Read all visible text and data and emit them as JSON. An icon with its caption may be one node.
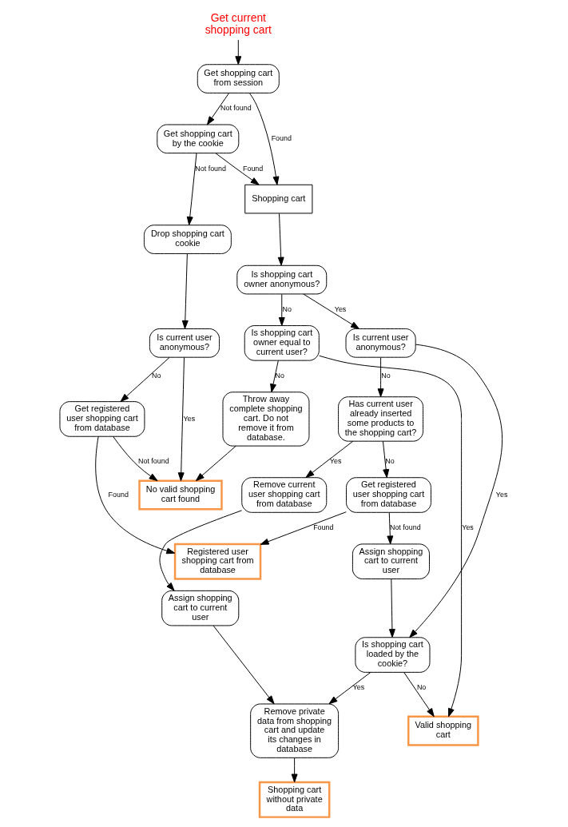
{
  "diagram": {
    "nodes": [
      {
        "text": [
          "Get current shopping cart"
        ]
      },
      {
        "text": [
          "Get shopping cart from session"
        ]
      },
      {
        "text": [
          "Get shopping cart by the cookie"
        ]
      },
      {
        "text": [
          "Drop shopping cart cookie"
        ]
      },
      {
        "text": [
          "Is current user anonymous?"
        ]
      },
      {
        "text": [
          "No valid shopping cart found"
        ]
      },
      {
        "text": [
          "Get registered user shopping cart from database"
        ]
      },
      {
        "text": [
          "Shopping cart"
        ]
      },
      {
        "text": [
          "Registered user shopping cart from database"
        ]
      },
      {
        "text": [
          "Is shopping cart owner anonymous?"
        ]
      },
      {
        "text": [
          "Is shopping cart owner equal to current user?"
        ]
      },
      {
        "text": [
          "Throw away complete shopping cart. Do not remove it from database."
        ]
      },
      {
        "text": [
          "Is current user anonymous?"
        ]
      },
      {
        "text": [
          "Valid shopping cart"
        ]
      },
      {
        "text": [
          "Shopping cart without private data"
        ]
      },
      {
        "text": [
          "Has current user already inserted some products to the shopping cart?"
        ]
      },
      {
        "text": [
          "Is shopping cart loaded by the cookie?"
        ]
      },
      {
        "text": [
          "Remove private data from shopping cart and update its changes in database"
        ]
      },
      {
        "text": [
          "Remove current user shopping cart from database"
        ]
      },
      {
        "text": [
          "Assign shopping cart to current user"
        ]
      },
      {
        "text": [
          "Assign shopping cart to current user"
        ]
      },
      {
        "text": [
          "Get registered user shopping cart from database"
        ]
      }
    ],
    "edges": [
      {
        "from": 0,
        "to": 1,
        "arrow": "to"
      },
      {
        "from": 1,
        "to": 2,
        "arrow": "to",
        "label": "Not found"
      },
      {
        "from": 1,
        "to": 7,
        "arrow": "to",
        "label": "Found"
      },
      {
        "from": 2,
        "to": 3,
        "arrow": "to",
        "label": "Not found"
      },
      {
        "from": 2,
        "to": 7,
        "arrow": "to",
        "label": "Found"
      },
      {
        "from": 3,
        "to": 4,
        "arrow": "to"
      },
      {
        "from": 4,
        "to": 5,
        "arrow": "to",
        "label": "Yes"
      },
      {
        "from": 4,
        "to": 6,
        "arrow": "to",
        "label": "No"
      },
      {
        "from": 6,
        "to": 5,
        "arrow": "to",
        "label": "Not found"
      },
      {
        "from": 6,
        "to": 8,
        "arrow": "to",
        "label": "Found"
      },
      {
        "from": 7,
        "to": 9,
        "arrow": "to"
      },
      {
        "from": 9,
        "to": 10,
        "arrow": "to",
        "label": "No"
      },
      {
        "from": 10,
        "to": 11,
        "arrow": "to",
        "label": "No"
      },
      {
        "from": 11,
        "to": 5,
        "arrow": "to"
      },
      {
        "from": 10,
        "to": 13,
        "arrow": "to",
        "label": "Yes"
      },
      {
        "from": 9,
        "to": 12,
        "arrow": "to",
        "label": "Yes"
      },
      {
        "from": 12,
        "to": 15,
        "arrow": "to",
        "label": "No"
      },
      {
        "from": 12,
        "to": 16,
        "arrow": "to",
        "label": "Yes"
      },
      {
        "from": 16,
        "to": 13,
        "arrow": "to",
        "label": "No"
      },
      {
        "from": 16,
        "to": 17,
        "arrow": "to",
        "label": "Yes"
      },
      {
        "from": 17,
        "to": 14,
        "arrow": "to"
      },
      {
        "from": 15,
        "to": 18,
        "arrow": "to",
        "label": "Yes"
      },
      {
        "from": 15,
        "to": 21,
        "arrow": "to",
        "label": "No"
      },
      {
        "from": 18,
        "to": 19,
        "arrow": "to"
      },
      {
        "from": 19,
        "to": 17,
        "arrow": "to"
      },
      {
        "from": 21,
        "to": 20,
        "arrow": "to",
        "label": "Not found"
      },
      {
        "from": 20,
        "to": 16,
        "arrow": "to"
      },
      {
        "from": 21,
        "to": 8,
        "arrow": "to",
        "label": "Found"
      }
    ]
  }
}
